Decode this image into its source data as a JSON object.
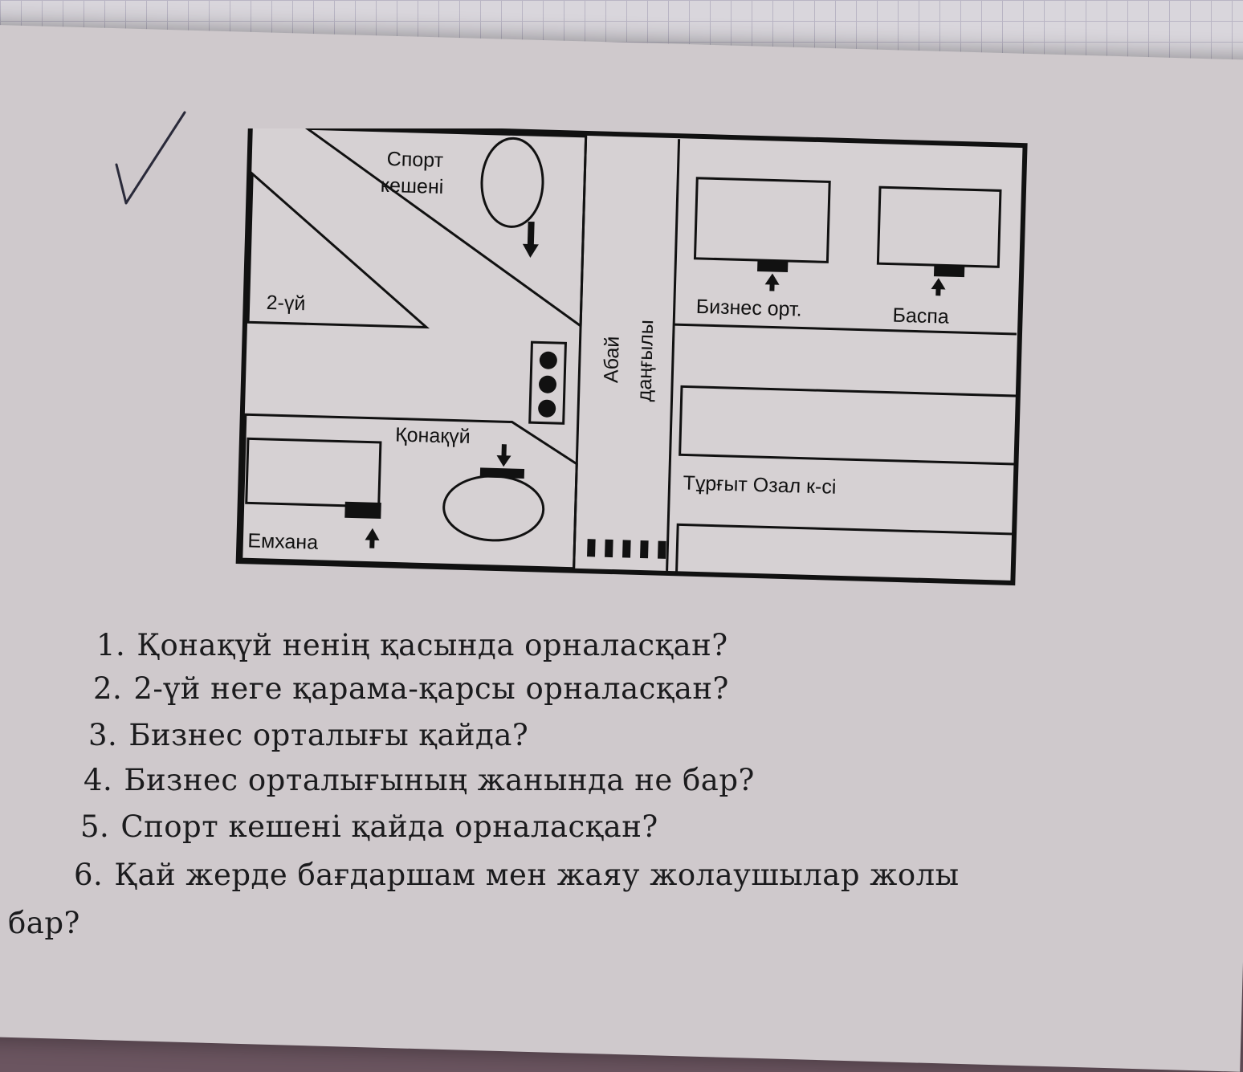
{
  "map": {
    "labels": {
      "sport_line1": "Спорт",
      "sport_line2": "кешені",
      "house2": "2-үй",
      "avenue_line1": "Абай",
      "avenue_line2": "даңғылы",
      "business": "Бизнес орт.",
      "press": "Баспа",
      "hotel": "Қонақүй",
      "street": "Тұрғыт Озал к-сі",
      "clinic": "Емхана"
    }
  },
  "questions": [
    {
      "num": "1.",
      "text": "Қонақүй ненің қасында орналасқан?"
    },
    {
      "num": "2.",
      "text": "2-үй неге қарама-қарсы орналасқан?"
    },
    {
      "num": "3.",
      "text": "Бизнес орталығы қайда?"
    },
    {
      "num": "4.",
      "text": "Бизнес орталығының жанында не бар?"
    },
    {
      "num": "5.",
      "text": "Спорт кешені қайда орналасқан?"
    },
    {
      "num": "6.",
      "text": "Қай жерде бағдаршам мен жаяу жолаушылар жолы"
    },
    {
      "num": "",
      "text": "бар?"
    }
  ]
}
